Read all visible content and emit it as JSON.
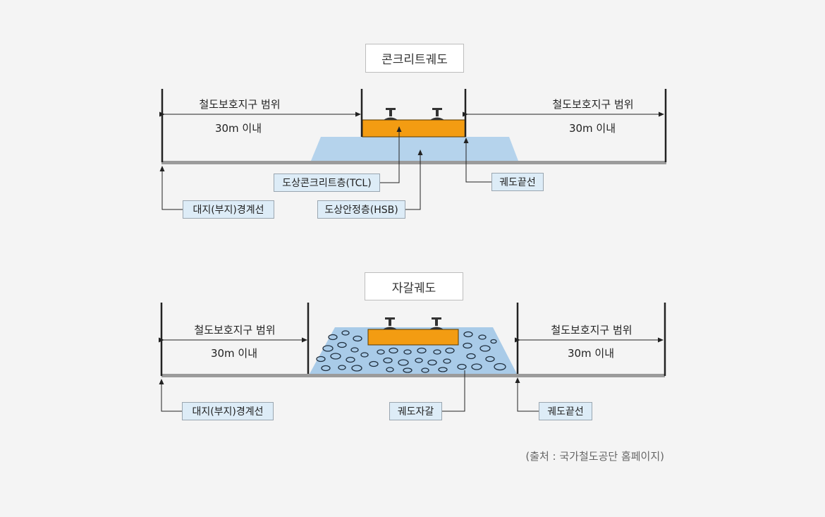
{
  "concrete": {
    "title": "콘크리트궤도",
    "left_zone": {
      "label": "철도보호지구 범위",
      "distance": "30m 이내"
    },
    "right_zone": {
      "label": "철도보호지구 범위",
      "distance": "30m 이내"
    },
    "callouts": {
      "tcl": "도상콘크리트층(TCL)",
      "hsb": "도상안정층(HSB)",
      "track_edge": "궤도끝선",
      "boundary": "대지(부지)경계선"
    }
  },
  "ballast": {
    "title": "자갈궤도",
    "left_zone": {
      "label": "철도보호지구 범위",
      "distance": "30m 이내"
    },
    "right_zone": {
      "label": "철도보호지구 범위",
      "distance": "30m 이내"
    },
    "callouts": {
      "boundary": "대지(부지)경계선",
      "gravel": "궤도자갈",
      "track_edge": "궤도끝선"
    }
  },
  "source": "(출처 : 국가철도공단 홈페이지)",
  "colors": {
    "concrete_layer": "#f39c12",
    "stabilization_layer": "#b5d3ec",
    "ballast_fill": "#a9cbe8",
    "ground": "#9b9b9b",
    "callout_fill": "#ddecf7"
  }
}
